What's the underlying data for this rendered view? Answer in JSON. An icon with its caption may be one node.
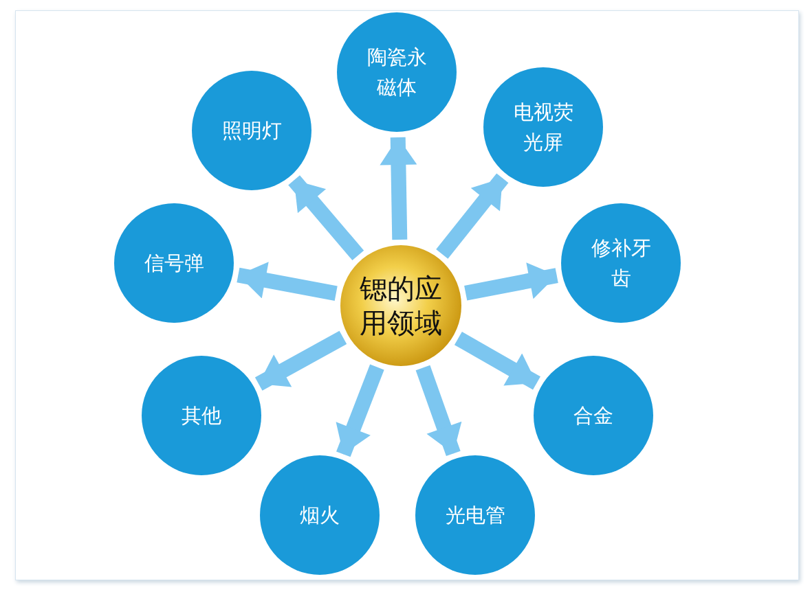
{
  "diagram": {
    "nodes": [
      {
        "text": [
          "锶的应用领域"
        ]
      },
      {
        "text": [
          "陶瓷永磁体"
        ]
      },
      {
        "text": [
          "电视荧光屏"
        ]
      },
      {
        "text": [
          "修补牙齿"
        ]
      },
      {
        "text": [
          "合金"
        ]
      },
      {
        "text": [
          "光电管"
        ]
      },
      {
        "text": [
          "烟火"
        ]
      },
      {
        "text": [
          "其他"
        ]
      },
      {
        "text": [
          "信号弹"
        ]
      },
      {
        "text": [
          "照明灯"
        ]
      }
    ],
    "edges": [
      {
        "from": 0,
        "to": 1,
        "arrow": "to"
      },
      {
        "from": 0,
        "to": 2,
        "arrow": "to"
      },
      {
        "from": 0,
        "to": 3,
        "arrow": "to"
      },
      {
        "from": 0,
        "to": 4,
        "arrow": "to"
      },
      {
        "from": 0,
        "to": 5,
        "arrow": "to"
      },
      {
        "from": 0,
        "to": 6,
        "arrow": "to"
      },
      {
        "from": 0,
        "to": 7,
        "arrow": "to"
      },
      {
        "from": 0,
        "to": 8,
        "arrow": "to"
      },
      {
        "from": 0,
        "to": 9,
        "arrow": "to"
      }
    ]
  }
}
